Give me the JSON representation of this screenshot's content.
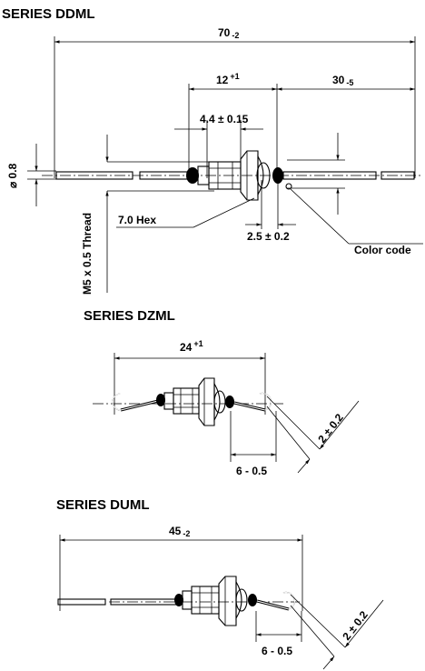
{
  "titles": {
    "ddml": "SERIES DDML",
    "dzml": "SERIES DZML",
    "duml": "SERIES DUML"
  },
  "ddml": {
    "len_total": {
      "base": "70",
      "tol": "-2"
    },
    "len_body": {
      "base": "12",
      "tol": "+1"
    },
    "len_lead": {
      "base": "30",
      "tol": "-5"
    },
    "hex_width": "4.4 ± 0.15",
    "lead_dia": "⌀ 0.8",
    "hex_label": "7.0 Hex",
    "stud_dim": "2.5 ± 0.2",
    "color_code": "Color code",
    "thread": "M5 x 0.5 Thread"
  },
  "dzml": {
    "len_total": {
      "base": "24",
      "tol": "+1"
    },
    "hook_dia": "2 ± 0.2",
    "hook_len": "6 - 0.5"
  },
  "duml": {
    "len_total": {
      "base": "45",
      "tol": "-2"
    },
    "hook_dia": "2 ± 0.2",
    "hook_len": "6 - 0.5"
  }
}
